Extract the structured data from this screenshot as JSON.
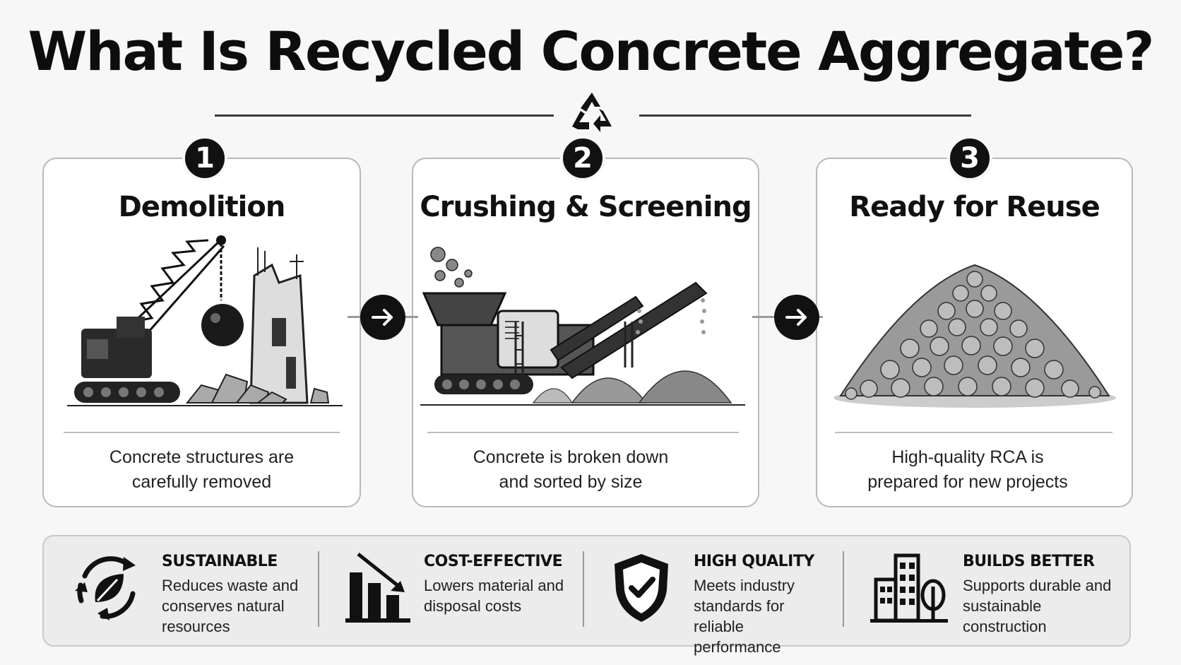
{
  "title": "What Is Recycled Concrete Aggregate?",
  "steps": [
    {
      "number": "1",
      "title": "Demolition",
      "desc_line1": "Concrete structures are",
      "desc_line2": "carefully removed"
    },
    {
      "number": "2",
      "title": "Crushing & Screening",
      "desc_line1": "Concrete is broken down",
      "desc_line2": "and sorted by size"
    },
    {
      "number": "3",
      "title": "Ready for Reuse",
      "desc_line1": "High-quality RCA is",
      "desc_line2": "prepared for new projects"
    }
  ],
  "benefits": [
    {
      "title": "SUSTAINABLE",
      "lines": [
        "Reduces waste and",
        "conserves natural",
        "resources"
      ],
      "icon": "recycle-leaf-icon"
    },
    {
      "title": "COST-EFFECTIVE",
      "lines": [
        "Lowers material and",
        "disposal costs"
      ],
      "icon": "declining-bar-chart-icon"
    },
    {
      "title": "HIGH QUALITY",
      "lines": [
        "Meets industry",
        "standards for",
        "reliable performance"
      ],
      "icon": "shield-check-icon"
    },
    {
      "title": "BUILDS BETTER",
      "lines": [
        "Supports durable and",
        "sustainable construction"
      ],
      "icon": "buildings-tree-icon"
    }
  ],
  "colors": {
    "ink": "#111111",
    "background": "#f7f7f7",
    "card": "#ffffff",
    "border": "#b9b9b9",
    "panel": "#ececec"
  }
}
